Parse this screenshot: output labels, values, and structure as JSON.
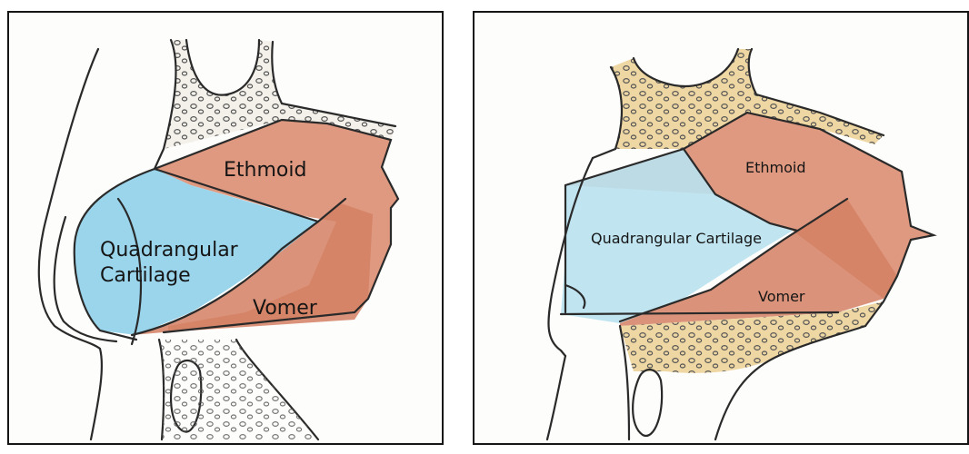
{
  "left_panel": {
    "ethmoid_label": "Ethmoid",
    "cartilage_label_line1": "Quadrangular",
    "cartilage_label_line2": "Cartilage",
    "vomer_label": "Vomer"
  },
  "right_panel": {
    "ethmoid_label": "Ethmoid",
    "cartilage_label": "Quadrangular Cartilage",
    "vomer_label": "Vomer"
  },
  "colors": {
    "bone": "#d9876a",
    "cartilage": "#8fd0ea",
    "spongy_bone": "#efd7a4",
    "outline": "#2a2a2a",
    "frame": "#151515"
  }
}
